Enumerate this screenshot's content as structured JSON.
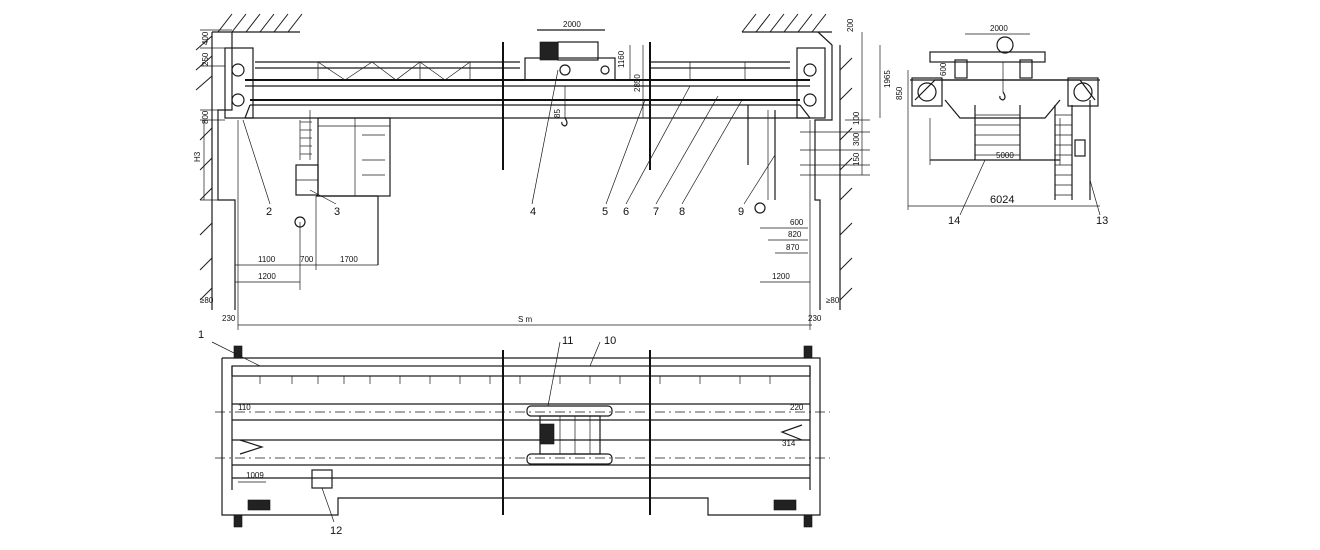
{
  "elevation": {
    "dims": {
      "top_2000": "2000",
      "d_200": "200",
      "d_1160": "1160",
      "d_2850": "2850",
      "d_1965": "1965",
      "d_400": "400",
      "d_250": "250",
      "d_85": "85",
      "d_800": "800",
      "d_1100": "1100",
      "d_700": "700",
      "d_1700": "1700",
      "d_1200_left": "1200",
      "d_1200_right": "1200",
      "d_600": "600",
      "d_820": "820",
      "d_870": "870",
      "d_100": "100",
      "d_300": "300",
      "d_150": "150",
      "d_80_left": "≥80",
      "d_80_right": "≥80",
      "d_230_left": "230",
      "d_230_right": "230",
      "h3": "H3",
      "span": "S m"
    },
    "callouts": [
      "2",
      "3",
      "4",
      "5",
      "6",
      "7",
      "8",
      "9"
    ]
  },
  "side_view": {
    "dims": {
      "top_2000": "2000",
      "d_600": "600",
      "d_850": "850",
      "d_1965": "1965",
      "d_5000": "5000",
      "d_6024": "6024"
    },
    "callouts": [
      "13",
      "14"
    ]
  },
  "plan": {
    "dims": {
      "d_110": "110",
      "d_220": "220",
      "d_314": "314",
      "d_1009": "1009"
    },
    "callouts": [
      "1",
      "10",
      "11",
      "12"
    ]
  }
}
